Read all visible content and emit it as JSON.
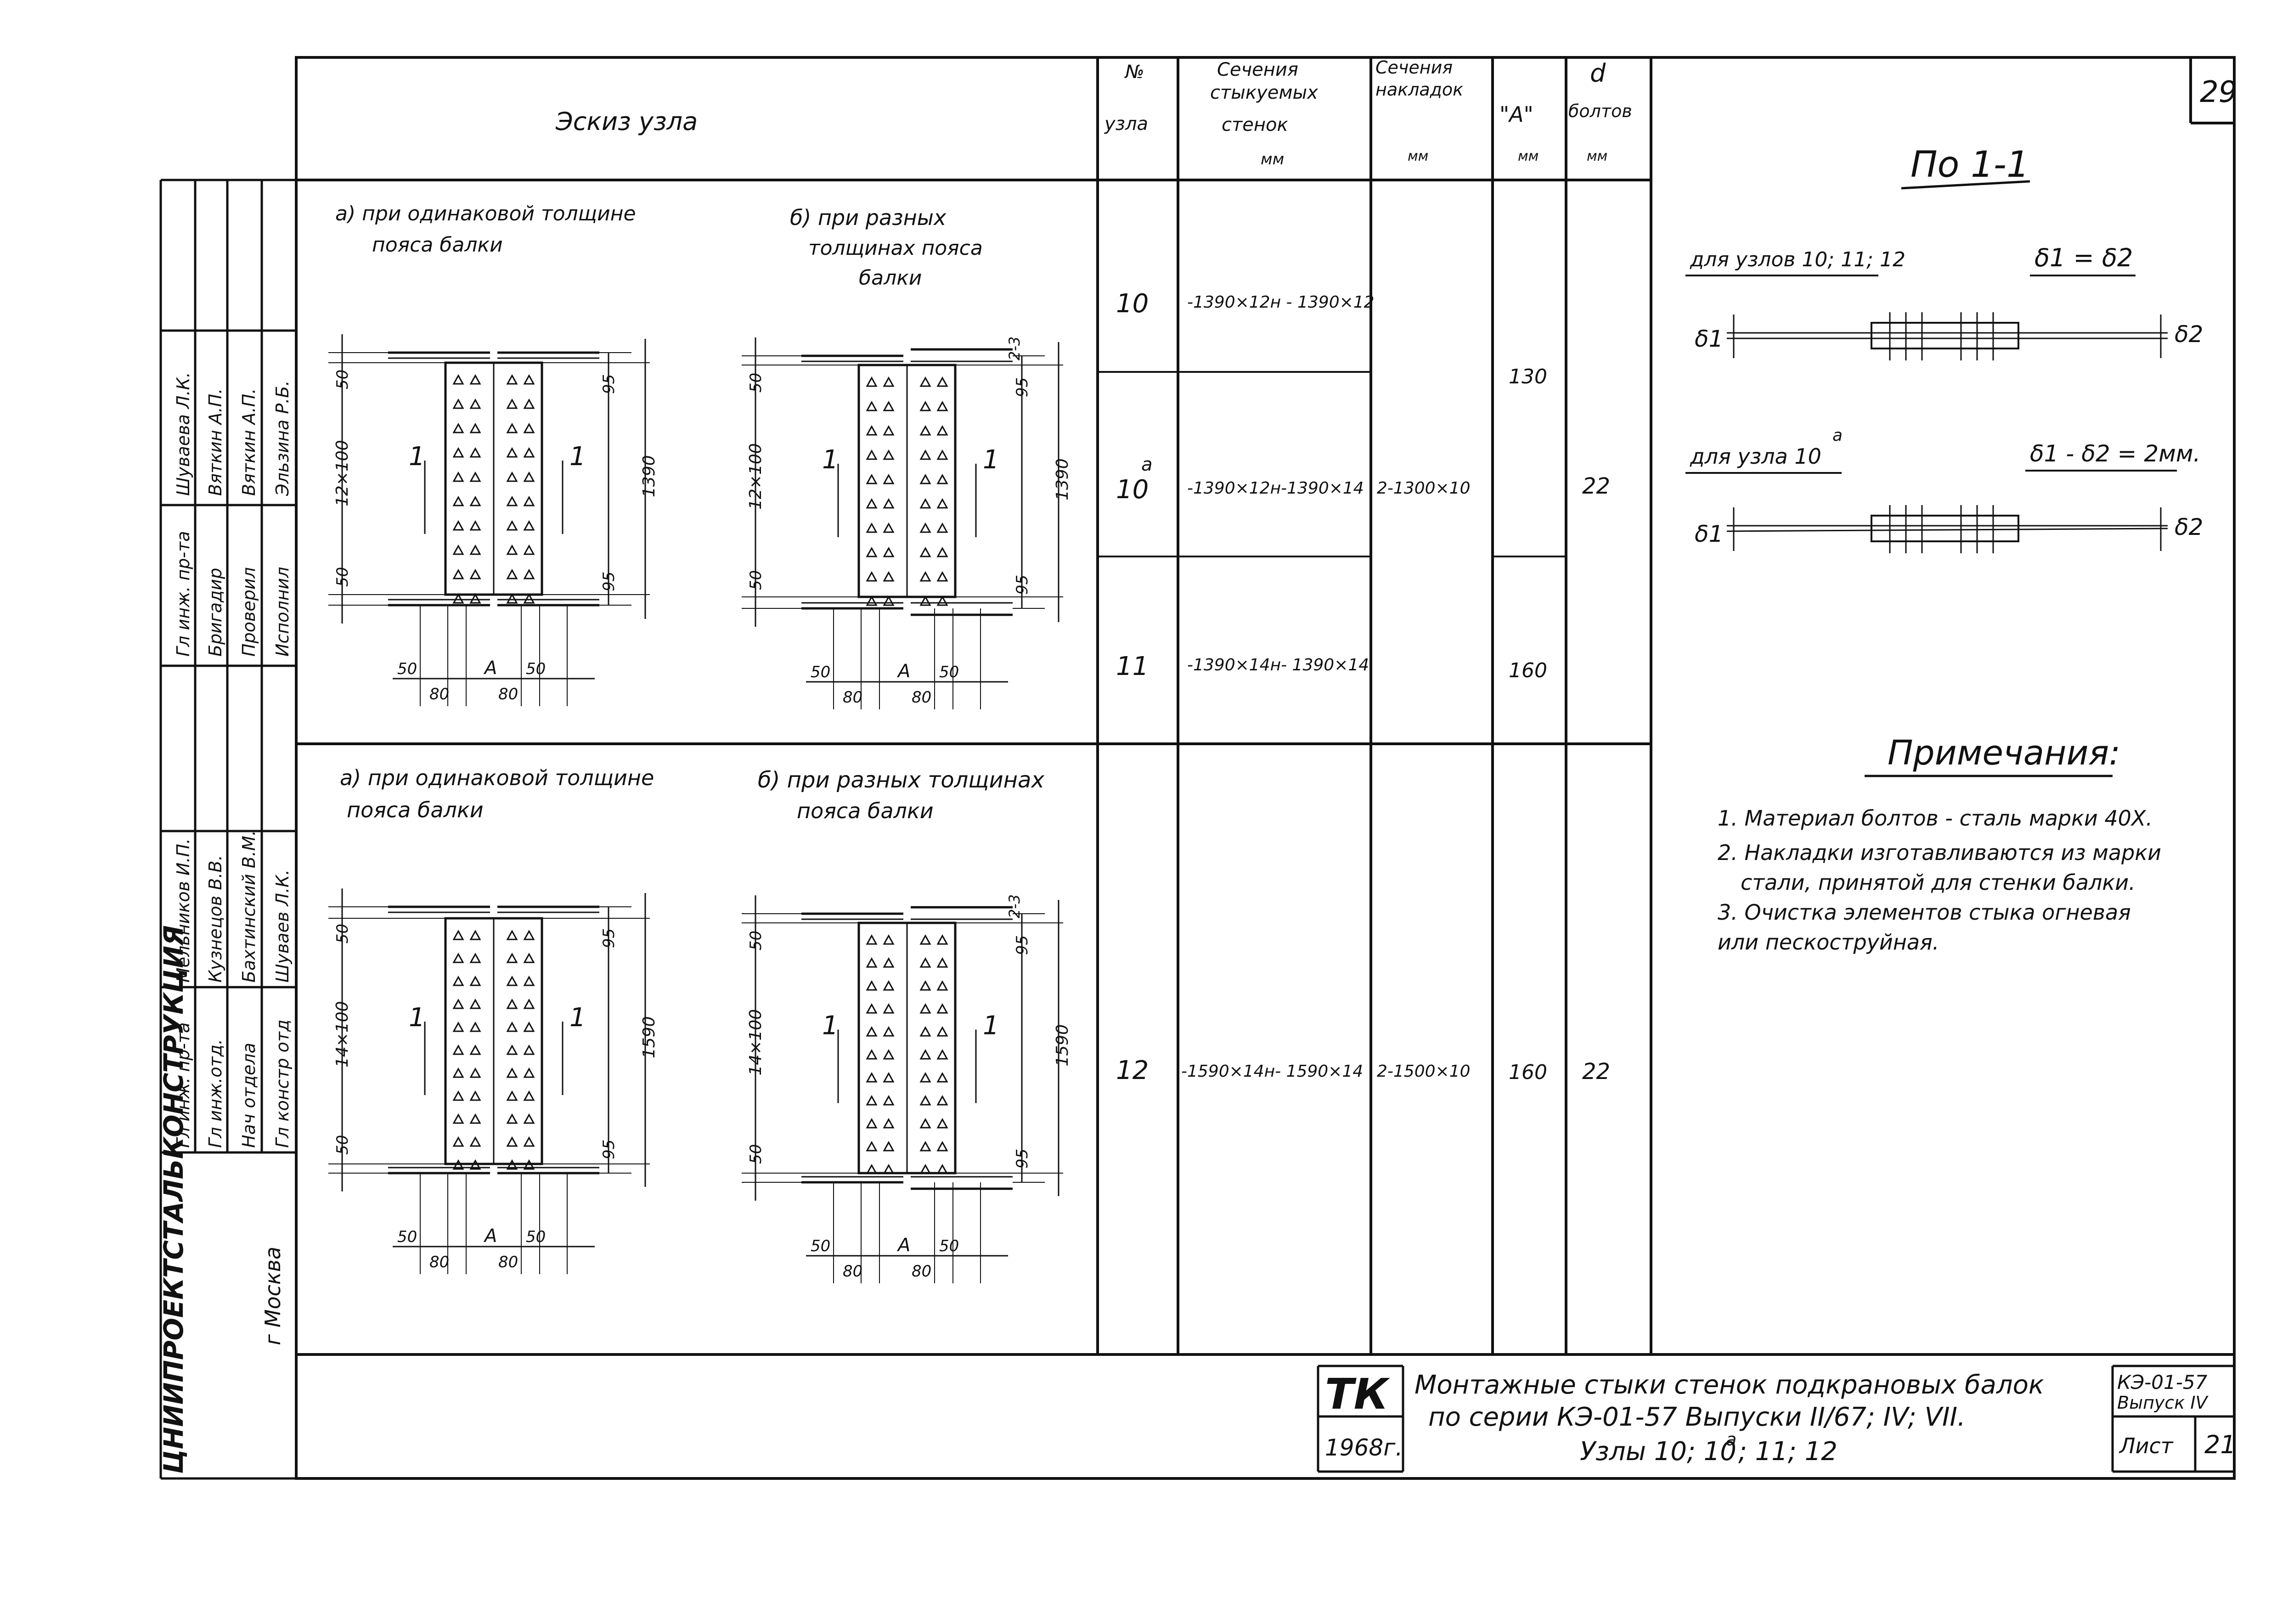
{
  "sheet_corner_number": "29",
  "table": {
    "headers": {
      "sketch": "Эскиз узла",
      "node_no": [
        "№",
        "узла"
      ],
      "web_sections": [
        "Сечения",
        "стыкуемых",
        "стенок",
        "мм"
      ],
      "plate_sections": [
        "Сечения",
        "накладок",
        "мм"
      ],
      "a": [
        "\"A\"",
        "мм"
      ],
      "bolt_d": [
        "d",
        "болтов",
        "мм"
      ]
    },
    "rows": [
      {
        "node": "10",
        "web": "-1390×12н - 1390×12",
        "plates": "2-1300×10",
        "a": "130",
        "d": "22"
      },
      {
        "node": "10",
        "node_sup": "a",
        "web": "-1390×12н-1390×14"
      },
      {
        "node": "11",
        "web": "-1390×14н- 1390×14",
        "a": "160"
      },
      {
        "node": "12",
        "web": "-1590×14н- 1590×14",
        "plates": "2-1500×10",
        "a": "160",
        "d": "22"
      }
    ]
  },
  "sketch_texts": {
    "row1_left_caption": [
      "а) при одинаковой толщине",
      "пояса балки"
    ],
    "row1_right_caption": [
      "б) при разных",
      "толщинах пояса",
      "балки"
    ],
    "row2_left_caption": [
      "а) при одинаковой толщине",
      "пояса балки"
    ],
    "row2_right_caption": [
      "б) при разных толщинах",
      "пояса балки"
    ],
    "section_mark": "1",
    "dims": {
      "d50": "50",
      "d95": "95",
      "d80": "80",
      "dA": "A",
      "d1390": "1390",
      "d1590": "1590",
      "spread12": "12×100",
      "spread14": "14×100",
      "d2_3": "2-3",
      "bottom_row2_left": "50- 80 A 80 50"
    }
  },
  "section_view": {
    "title": "По 1-1",
    "case1_label": "для узлов 10; 11; 12",
    "case1_formula": "δ1 = δ2",
    "case2_label": "для узла 10",
    "case2_label_sup": "a",
    "case2_formula": "δ1 - δ2 = 2мм.",
    "delta1": "δ1",
    "delta2": "δ2"
  },
  "notes": {
    "title": "Примечания:",
    "items": [
      "1. Материал болтов - сталь марки 40Х.",
      "2. Накладки изготавливаются из марки",
      "стали, принятой для стенки балки.",
      "3. Очистка элементов стыка огневая",
      "или пескоструйная."
    ]
  },
  "side_stamp": {
    "org": "ЦНИИПРОЕКТСТАЛЬКОНСТРУКЦИЯ",
    "city": "г Москва",
    "roles_top": [
      "Гл инж. пр-та",
      "Бригадир",
      "Проверил",
      "Исполнил"
    ],
    "names_top": [
      "Шуваева Л.К.",
      "Вяткин А.П.",
      "Вяткин А.П.",
      "Эльзина Р.Б."
    ],
    "roles_bottom": [
      "Гл инж. пр-та",
      "Гл инж.отд.",
      "Нач отдела",
      "Гл констр отд"
    ],
    "names_bottom": [
      "Мельников И.П.",
      "Кузнецов В.В.",
      "Бахтинский В.М.",
      "Шуваев Л.К."
    ]
  },
  "title_block": {
    "tk": "ТК",
    "year": "1968г.",
    "title_line1": "Монтажные стыки стенок подкрановых балок",
    "title_line2": "по серии КЭ-01-57 Выпуски II/67; IV; VII.",
    "title_line3": "Узлы 10; 10",
    "title_line3_sup": "а",
    "title_line3_end": "; 11; 12",
    "series": "КЭ-01-57",
    "issue": "Выпуск IV",
    "sheet_label": "Лист",
    "sheet_no": "21"
  }
}
